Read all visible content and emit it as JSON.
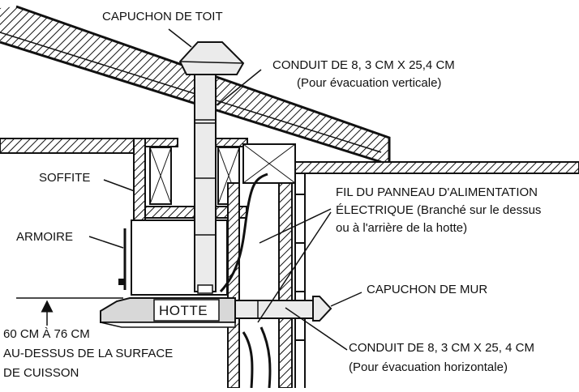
{
  "labels": {
    "roof_cap": "CAPUCHON DE TOIT",
    "duct_vertical_line1": "CONDUIT DE 8, 3 CM X 25,4 CM",
    "duct_vertical_line2": "(Pour évacuation verticale)",
    "soffit": "SOFFITE",
    "cabinet": "ARMOIRE",
    "power_wire_line1": "FIL DU PANNEAU  D'ALIMENTATION",
    "power_wire_line2": "ÉLECTRIQUE (Branché sur le dessus",
    "power_wire_line3": "ou à l'arrière de la hotte)",
    "wall_cap": "CAPUCHON DE MUR",
    "hood": "HOTTE",
    "height_line1": "60 CM À 76 CM",
    "height_line2": "AU-DESSUS DE LA SURFACE",
    "height_line3": "DE CUISSON",
    "duct_horizontal_line1": "CONDUIT DE 8, 3 CM X 25, 4 CM",
    "duct_horizontal_line2": "(Pour évacuation horizontale)"
  },
  "colors": {
    "ink": "#111111",
    "duct_fill": "#ebebeb",
    "hood_fill": "#d8d8d8",
    "background": "#ffffff"
  }
}
